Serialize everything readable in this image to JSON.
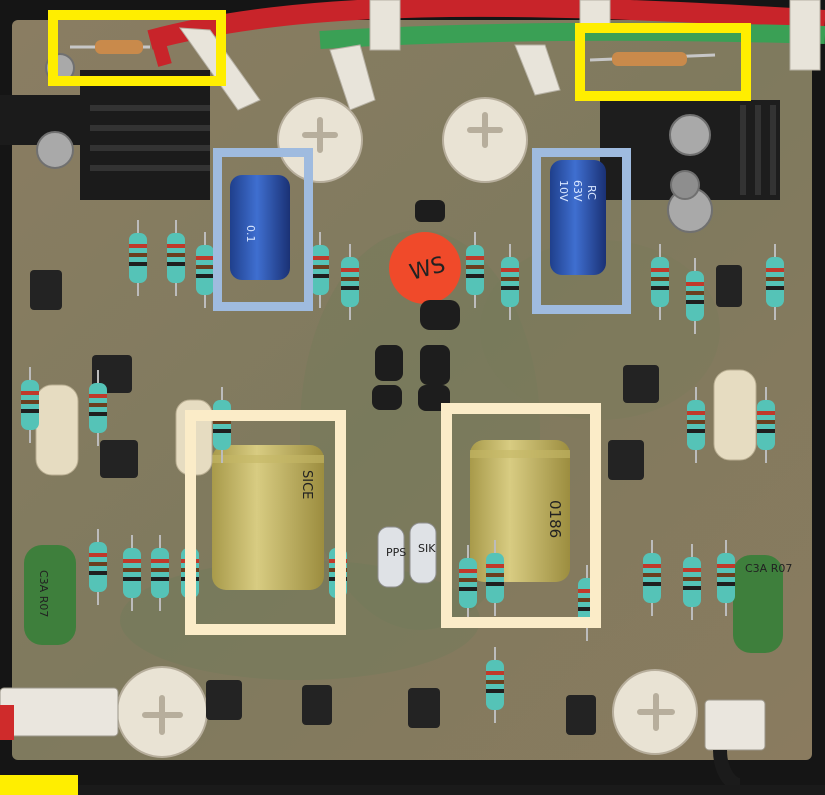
{
  "scene": {
    "subject": "circuit-board-photo",
    "board_color": "#857a60",
    "background_color": "#1a1a1a"
  },
  "highlights": {
    "yellow_color": "#ffee00",
    "blue_color": "#9fbbdf",
    "cream_color": "#fbecc8"
  },
  "labels": {
    "blue_cap_left": "0.1",
    "blue_cap_right_v": "10V",
    "blue_cap_right_cap": "63V",
    "blue_cap_right_code": "RC",
    "orange_sticker": "WS",
    "yellow_cap_left": "SICE",
    "yellow_cap_right": "0186",
    "green_res_left": "C3A R07",
    "green_res_right": "C3A R07",
    "resistor_lower_a": "SIK",
    "resistor_lower_b": "PPS"
  }
}
